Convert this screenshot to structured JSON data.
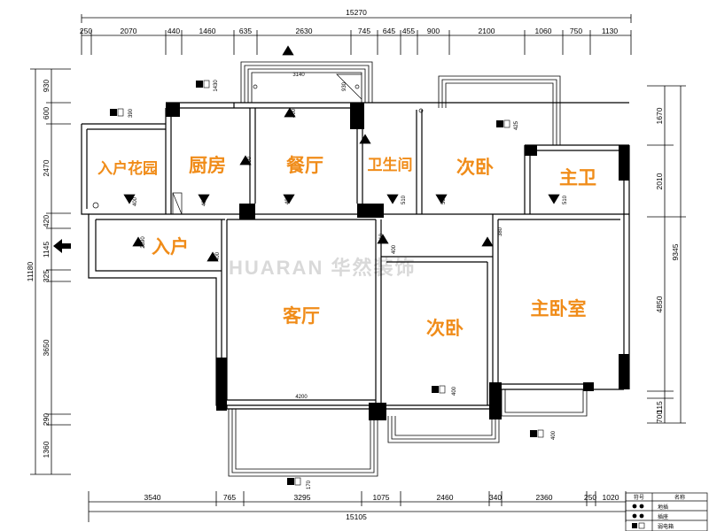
{
  "rooms": {
    "entry_garden": "入户花园",
    "kitchen": "厨房",
    "dining": "餐厅",
    "bathroom": "卫生间",
    "bedroom2_top": "次卧",
    "master_bath": "主卫",
    "entry": "入户",
    "living": "客厅",
    "bedroom2_bottom": "次卧",
    "master_bedroom": "主卧室"
  },
  "watermark": "HUARAN 华然装饰",
  "top_dims": {
    "total": "15270",
    "segments": [
      "250",
      "2070",
      "440",
      "1460",
      "635",
      "2630",
      "745",
      "645",
      "455",
      "900",
      "2100",
      "1060",
      "750",
      "1130"
    ]
  },
  "bottom_dims": {
    "total": "15105",
    "segments": [
      "3540",
      "765",
      "3295",
      "1075",
      "2460",
      "340",
      "2360",
      "250",
      "1020"
    ]
  },
  "left_dims": {
    "total": "11180",
    "segments": [
      "930",
      "600",
      "2470",
      "420",
      "1145",
      "325",
      "3650",
      "290",
      "1360"
    ]
  },
  "right_dims": {
    "total": "9345",
    "segments": [
      "1670",
      "2010",
      "4850",
      "115",
      "700"
    ]
  },
  "height_labels": {
    "balcony_top": "3140",
    "balcony_top_h": "930",
    "top_left_a": "1430",
    "garden": "390",
    "dining": "400",
    "kitchen_side": "400",
    "bath": "425",
    "garden_bottom": "400",
    "kitchen_bottom": "400",
    "dining_bottom": "400",
    "bath_bottom": "510",
    "bed_top_bottom": "500",
    "master_bath_bottom": "510",
    "entry_a": "2390",
    "entry_b": "400",
    "living_top": "410",
    "corridor": "400",
    "corridor_b": "380",
    "living_bottom": "4200",
    "bed_bottom": "400",
    "master_bottom": "400",
    "balcony_bottom": "170"
  },
  "legend": {
    "header_no": "符号",
    "header_name": "名称",
    "row1": "地插",
    "row2": "插座",
    "row3": "弱电箱"
  }
}
